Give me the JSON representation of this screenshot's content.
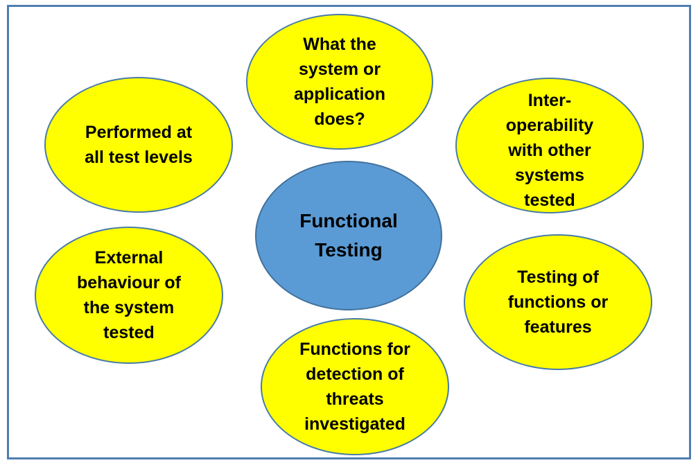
{
  "diagram": {
    "center": {
      "lines": [
        "Functional",
        "Testing"
      ],
      "color": "#5b9bd5"
    },
    "outer_color": "#ffff00",
    "border_color": "#4f7db1",
    "nodes": {
      "top": {
        "lines": [
          "What the",
          "system or",
          "application",
          "does?"
        ]
      },
      "top_left": {
        "lines": [
          "Performed at",
          "all test levels"
        ]
      },
      "top_right": {
        "lines": [
          "Inter-",
          "operability",
          "with other",
          "systems",
          "tested"
        ]
      },
      "bottom_left": {
        "lines": [
          "External",
          "behaviour of",
          "the system",
          "tested"
        ]
      },
      "bottom_right": {
        "lines": [
          "Testing of",
          "functions or",
          "features"
        ]
      },
      "bottom": {
        "lines": [
          "Functions for",
          "detection of",
          "threats",
          "investigated"
        ]
      }
    }
  }
}
